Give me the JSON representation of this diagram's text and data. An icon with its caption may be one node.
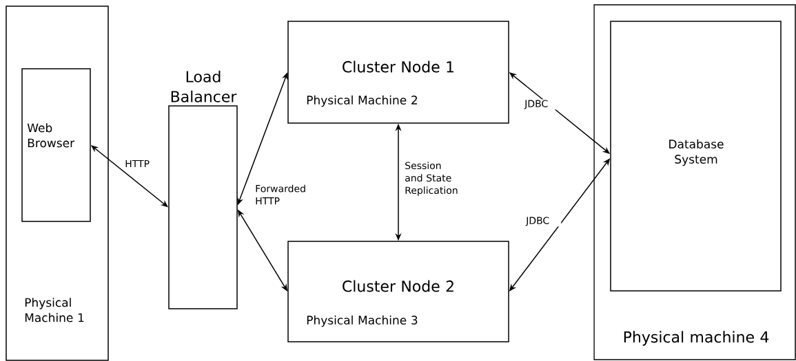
{
  "diagram": {
    "nodes": [
      {
        "text": [
          "Physical Machine 1"
        ]
      },
      {
        "text": [
          "Web Browser"
        ],
        "in": 0
      },
      {
        "text": [
          "Load Balancer"
        ]
      },
      {
        "text": [
          "Cluster Node 1",
          "Physical Machine 2"
        ]
      },
      {
        "text": [
          "Cluster Node 2",
          "Physical Machine 3"
        ]
      },
      {
        "text": [
          "Physical machine 4"
        ]
      },
      {
        "text": [
          "Database System"
        ],
        "in": 5
      }
    ],
    "edges": [
      {
        "from": 1,
        "to": 2,
        "arrow": "both",
        "label": "HTTP"
      },
      {
        "from": 2,
        "to": 3,
        "arrow": "both",
        "label": "Forwarded HTTP"
      },
      {
        "from": 2,
        "to": 4,
        "arrow": "both"
      },
      {
        "from": 3,
        "to": 4,
        "arrow": "both",
        "label": "Session and State Replication"
      },
      {
        "from": 3,
        "to": 6,
        "arrow": "both",
        "label": "JDBC"
      },
      {
        "from": 4,
        "to": 6,
        "arrow": "both",
        "label": "JDBC"
      }
    ]
  }
}
